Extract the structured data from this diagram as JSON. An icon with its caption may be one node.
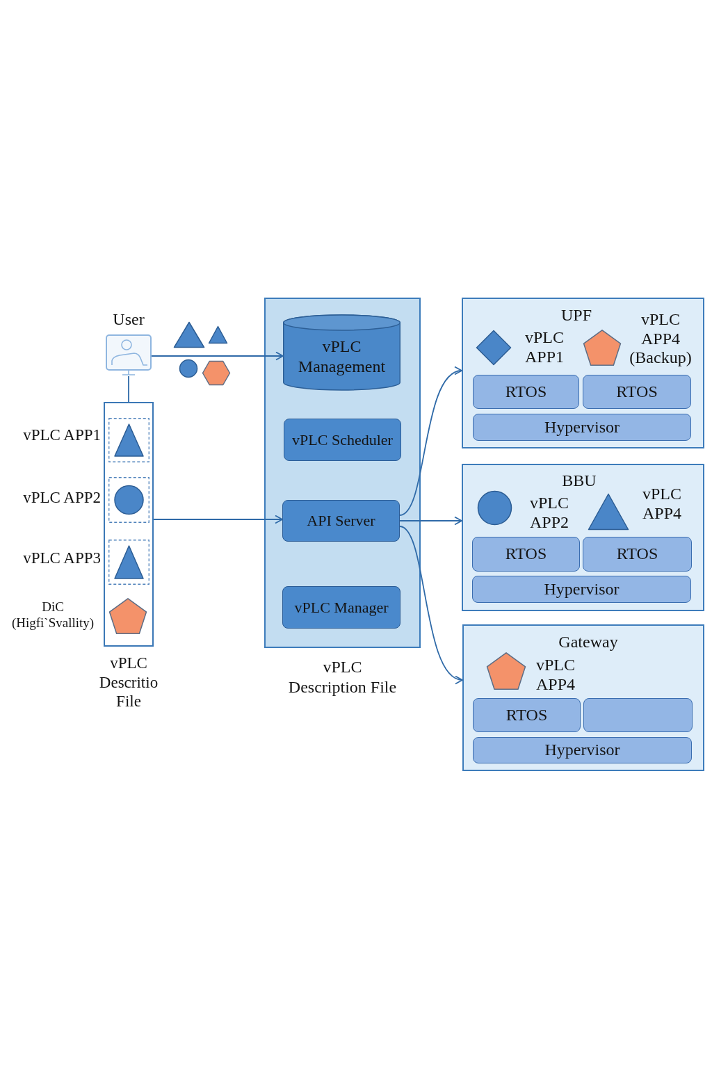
{
  "diagram": {
    "nodes": [
      {
        "text": [
          "User"
        ]
      },
      {
        "text": [],
        "shape": "box",
        "beside": [
          "vPLC APP1",
          "vPLC APP2",
          "vPLC APP3",
          "DiC (Higfi`Svallity)",
          "vPLC Descritio File"
        ]
      },
      {
        "text": [],
        "shape": "box",
        "beside": [
          "vPLC Description File"
        ]
      },
      {
        "text": [
          "vPLC Management"
        ],
        "in": 2
      },
      {
        "text": [
          "vPLC Scheduler"
        ],
        "in": 2
      },
      {
        "text": [
          "API Server"
        ],
        "in": 2
      },
      {
        "text": [
          "vPLC Manager"
        ],
        "in": 2
      },
      {
        "text": [
          "UPF",
          "vPLC APP1",
          "vPLC APP4 (Backup)"
        ]
      },
      {
        "text": [
          "RTOS"
        ],
        "in": 7
      },
      {
        "text": [
          "RTOS"
        ],
        "in": 7
      },
      {
        "text": [
          "Hypervisor"
        ],
        "in": 7
      },
      {
        "text": [
          "BBU",
          "vPLC APP2",
          "vPLC APP4"
        ]
      },
      {
        "text": [
          "RTOS"
        ],
        "in": 11
      },
      {
        "text": [
          "RTOS"
        ],
        "in": 11
      },
      {
        "text": [
          "Hypervisor"
        ],
        "in": 11
      },
      {
        "text": [
          "Gateway",
          "vPLC APP4"
        ]
      },
      {
        "text": [
          "RTOS"
        ],
        "in": 15
      },
      {
        "text": [],
        "shape": "box",
        "in": 15
      },
      {
        "text": [
          "Hypervisor"
        ],
        "in": 15
      }
    ],
    "edges": [
      {
        "from": 0,
        "to": 3,
        "arrow": "to"
      },
      {
        "from": 0,
        "to": 1,
        "arrow": "none"
      },
      {
        "from": 1,
        "to": 5,
        "arrow": "to"
      },
      {
        "from": 5,
        "to": 7,
        "arrow": "to"
      },
      {
        "from": 5,
        "to": 11,
        "arrow": "to"
      },
      {
        "from": 5,
        "to": 15,
        "arrow": "to"
      }
    ]
  }
}
